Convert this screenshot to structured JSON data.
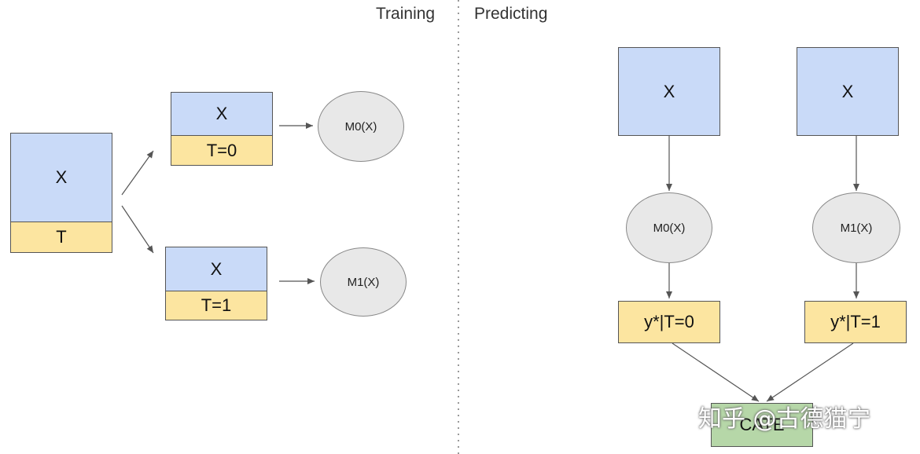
{
  "headers": {
    "training": "Training",
    "predicting": "Predicting"
  },
  "training": {
    "input": {
      "x": "X",
      "t": "T"
    },
    "group0": {
      "x": "X",
      "t": "T=0",
      "model": "M0(X)"
    },
    "group1": {
      "x": "X",
      "t": "T=1",
      "model": "M1(X)"
    }
  },
  "predicting": {
    "left": {
      "x": "X",
      "model": "M0(X)",
      "output": "y*|T=0"
    },
    "right": {
      "x": "X",
      "model": "M1(X)",
      "output": "y*|T=1"
    },
    "result": "CATE"
  },
  "watermark": "知乎 @古德猫宁",
  "colors": {
    "feature_box": "#c9daf8",
    "treatment_box": "#fce5a0",
    "model_node": "#e8e8e8",
    "result_box": "#b6d7a8"
  }
}
